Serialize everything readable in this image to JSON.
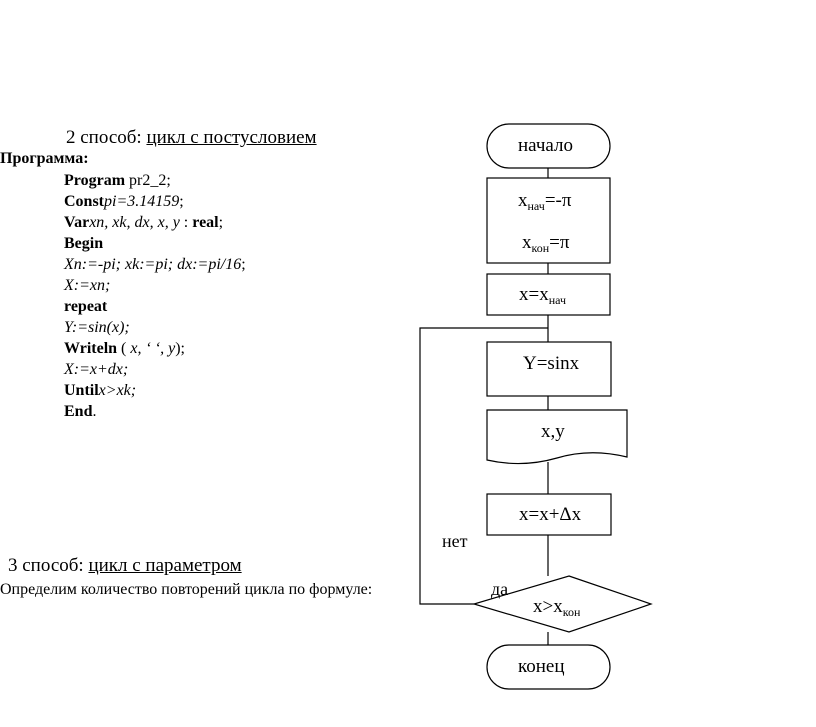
{
  "method2": {
    "prefix": "2 способ: ",
    "title": "цикл с постусловием",
    "program_label": "Программа:"
  },
  "code": {
    "l1_kw": "Program",
    "l1_rest": " pr2_2;",
    "l2_kw": "Const",
    "l2_it": "pi=3.14159",
    "l2_end": ";",
    "l3_kw": "Var",
    "l3_it": "xn, xk, dx, x, y",
    "l3_mid": " : ",
    "l3_kw2": "real",
    "l3_end": ";",
    "l4_kw": "Begin",
    "l5_it1": "Xn:=-pi;  xk:=pi;  dx:=pi/16",
    "l5_end": ";",
    "l6_it": "X:=xn;",
    "l7_kw": "repeat",
    "l8_it": "Y:=sin(x);",
    "l9_kw": "Writeln",
    "l9_a": " ( ",
    "l9_it": "x,  ‘    ‘, y",
    "l9_b": ");",
    "l10_it": "X:=x+dx;",
    "l11_kw": "Until",
    "l11_it": "x>xk;",
    "l12_kw": "End",
    "l12_end": "."
  },
  "method3": {
    "prefix": "3 способ: ",
    "title": "цикл с параметром",
    "line": "Определим количество повторений цикла по формуле:"
  },
  "flowchart": {
    "start": "начало",
    "init1_main": "x",
    "init1_sub": "нач",
    "init1_rest": "=-π",
    "init2_main": "x",
    "init2_sub": "кон",
    "init2_rest": "=π",
    "assign_main": "x=x",
    "assign_sub": "нач",
    "compute": "Y=sinx",
    "output": "x,y",
    "increment": "x=x+Δx",
    "condition_main": "x>x",
    "condition_sub": "кон",
    "no_label": "нет",
    "yes_label": "да",
    "end": "конец"
  }
}
